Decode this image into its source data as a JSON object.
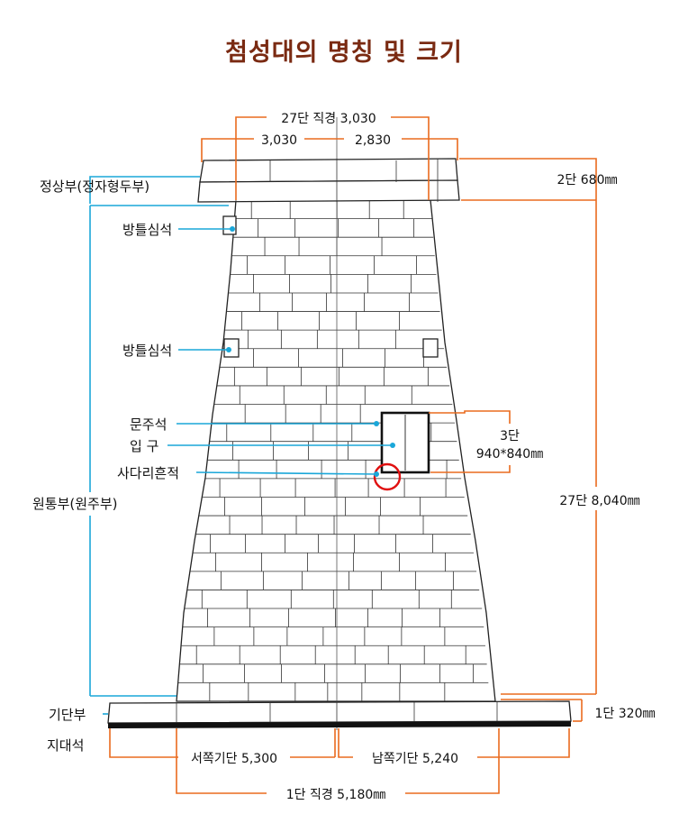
{
  "title": "첨성대의 명칭 및 크기",
  "labels": {
    "top_part": "정상부(정자형두부)",
    "cross_stone_1": "방틀심석",
    "cross_stone_2": "방틀심석",
    "door_post": "문주석",
    "entrance": "입  구",
    "ladder_trace": "사다리흔적",
    "body_part": "원통부(원주부)",
    "base_part": "기단부",
    "foundation": "지대석"
  },
  "dimensions": {
    "top_diameter": "27단 직경 3,030",
    "top_left": "3,030",
    "top_right": "2,830",
    "top_height": "2단 680㎜",
    "window_tier": "3단",
    "window_size": "940*840㎜",
    "body_height": "27단 8,040㎜",
    "base_height": "1단 320㎜",
    "west_base": "서쪽기단 5,300",
    "south_base": "남쪽기단 5,240",
    "bottom_diameter": "1단 직경 5,180㎜"
  },
  "colors": {
    "title": "#7a2a12",
    "dimension_lines": "#ea6b1e",
    "name_leaders": "#1aa7d9",
    "ladder_marker": "#e01010"
  }
}
